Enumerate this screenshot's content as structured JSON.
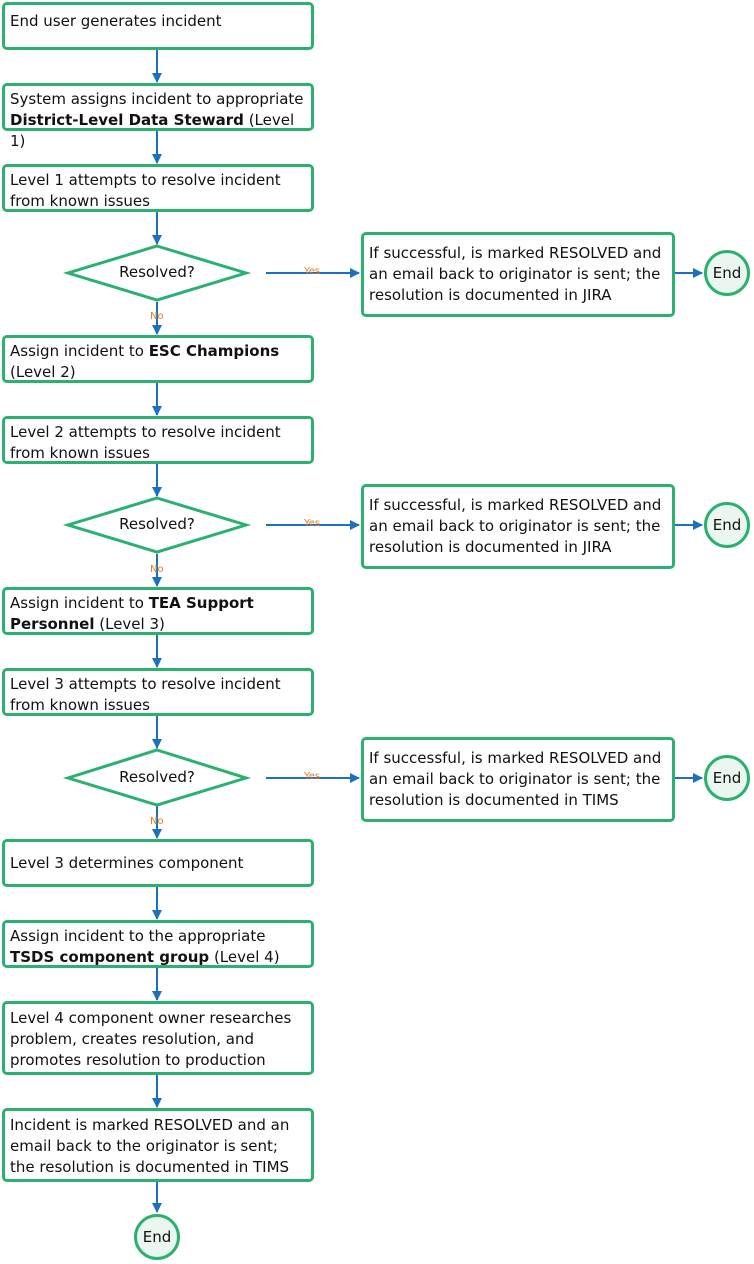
{
  "steps": {
    "s1": {
      "text": "End user generates incident"
    },
    "s2": {
      "pre": "System assigns incident to appropriate ",
      "bold": "District-Level Data Steward",
      "post": " (Level 1)"
    },
    "s3": {
      "text": "Level 1 attempts to resolve incident from known issues"
    },
    "s4": {
      "pre": "Assign incident to ",
      "bold": "ESC Champions",
      "post": " (Level 2)"
    },
    "s5": {
      "text": "Level 2 attempts to resolve incident from known issues"
    },
    "s6": {
      "pre": "Assign incident to ",
      "bold": "TEA Support Personnel",
      "post": " (Level 3)"
    },
    "s7": {
      "text": "Level 3 attempts to resolve incident from known issues"
    },
    "s8": {
      "text": "Level 3 determines component"
    },
    "s9": {
      "pre": "Assign incident to the appropriate ",
      "bold": "TSDS component group",
      "post": " (Level 4)"
    },
    "s10": {
      "text": "Level 4 component owner researches problem, creates resolution, and promotes resolution to production"
    },
    "s11": {
      "text": "Incident is marked RESOLVED and an email back to the originator is sent; the resolution is documented in TIMS"
    }
  },
  "decisions": {
    "d1": {
      "label": "Resolved?",
      "yes": "Yes",
      "no": "No"
    },
    "d2": {
      "label": "Resolved?",
      "yes": "Yes",
      "no": "No"
    },
    "d3": {
      "label": "Resolved?",
      "yes": "Yes",
      "no": "No"
    }
  },
  "results": {
    "r1": "If successful, is marked RESOLVED and an email back to originator is sent; the resolution is documented in JIRA",
    "r2": "If successful, is marked RESOLVED and an email back to originator is sent; the resolution is documented in JIRA",
    "r3": "If successful, is marked RESOLVED and an email back to originator is sent; the resolution is documented in TIMS"
  },
  "terminals": {
    "e1": "End",
    "e2": "End",
    "e3": "End",
    "e4": "End"
  },
  "colors": {
    "border": "#2ab06f",
    "arrow": "#1f6fbf",
    "branch_label": "#e67e22",
    "terminal_fill": "#eaf6ef"
  }
}
